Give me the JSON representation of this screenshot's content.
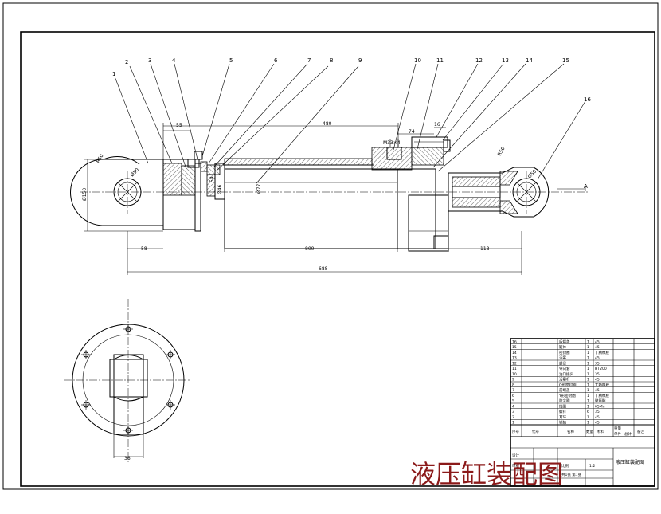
{
  "title": "液压缸装配图",
  "view_label": "A",
  "part_numbers": [
    "1",
    "2",
    "3",
    "4",
    "5",
    "6",
    "7",
    "8",
    "9",
    "10",
    "11",
    "12",
    "13",
    "14",
    "15",
    "16"
  ],
  "dimensions": {
    "dia_150": "Ø150",
    "r50": "R50",
    "phi50_left": "Ø50",
    "d55": "55",
    "d480": "480",
    "m33": "M33×4",
    "d74": "74",
    "d16": "16",
    "d54": "54",
    "phi46": "Ø46",
    "phi77": "Ø77",
    "d58": "58",
    "d800": "800",
    "d688": "688",
    "d118": "118",
    "r50_right": "R50",
    "phi50_right": "Ø50",
    "d36": "36"
  },
  "title_block": {
    "header": [
      "序号",
      "代号",
      "名称",
      "数量",
      "材料",
      "单件",
      "总计",
      "备注"
    ],
    "header_group_weight": "重量",
    "rows": [
      [
        "16",
        "",
        "后端盖",
        "1",
        "45"
      ],
      [
        "15",
        "",
        "缸体",
        "1",
        "45"
      ],
      [
        "14",
        "",
        "密封圈",
        "1",
        "丁腈橡胶"
      ],
      [
        "13",
        "",
        "活塞",
        "1",
        "45"
      ],
      [
        "12",
        "",
        "螺母",
        "1",
        "35"
      ],
      [
        "11",
        "",
        "导向套",
        "1",
        "HT200"
      ],
      [
        "10",
        "",
        "油口接头",
        "1",
        "35"
      ],
      [
        "9",
        "",
        "活塞杆",
        "1",
        "45"
      ],
      [
        "8",
        "",
        "O形密封圈",
        "1",
        "丁腈橡胶"
      ],
      [
        "7",
        "",
        "前端盖",
        "1",
        "45"
      ],
      [
        "6",
        "",
        "Y形密封圈",
        "1",
        "丁腈橡胶"
      ],
      [
        "5",
        "",
        "防尘圈",
        "1",
        "聚氨酯"
      ],
      [
        "4",
        "",
        "挡圈",
        "1",
        "65Mn"
      ],
      [
        "3",
        "",
        "螺钉",
        "6",
        "35"
      ],
      [
        "2",
        "",
        "耳环",
        "1",
        "45"
      ],
      [
        "1",
        "",
        "销轴",
        "1",
        "45"
      ]
    ],
    "scale_label": "比例",
    "scale_value": "1:2",
    "sheet_label": "共1张 第1张",
    "drawing_title": "液压缸装配图",
    "designer_label": "设计",
    "checker_label": "审核"
  }
}
